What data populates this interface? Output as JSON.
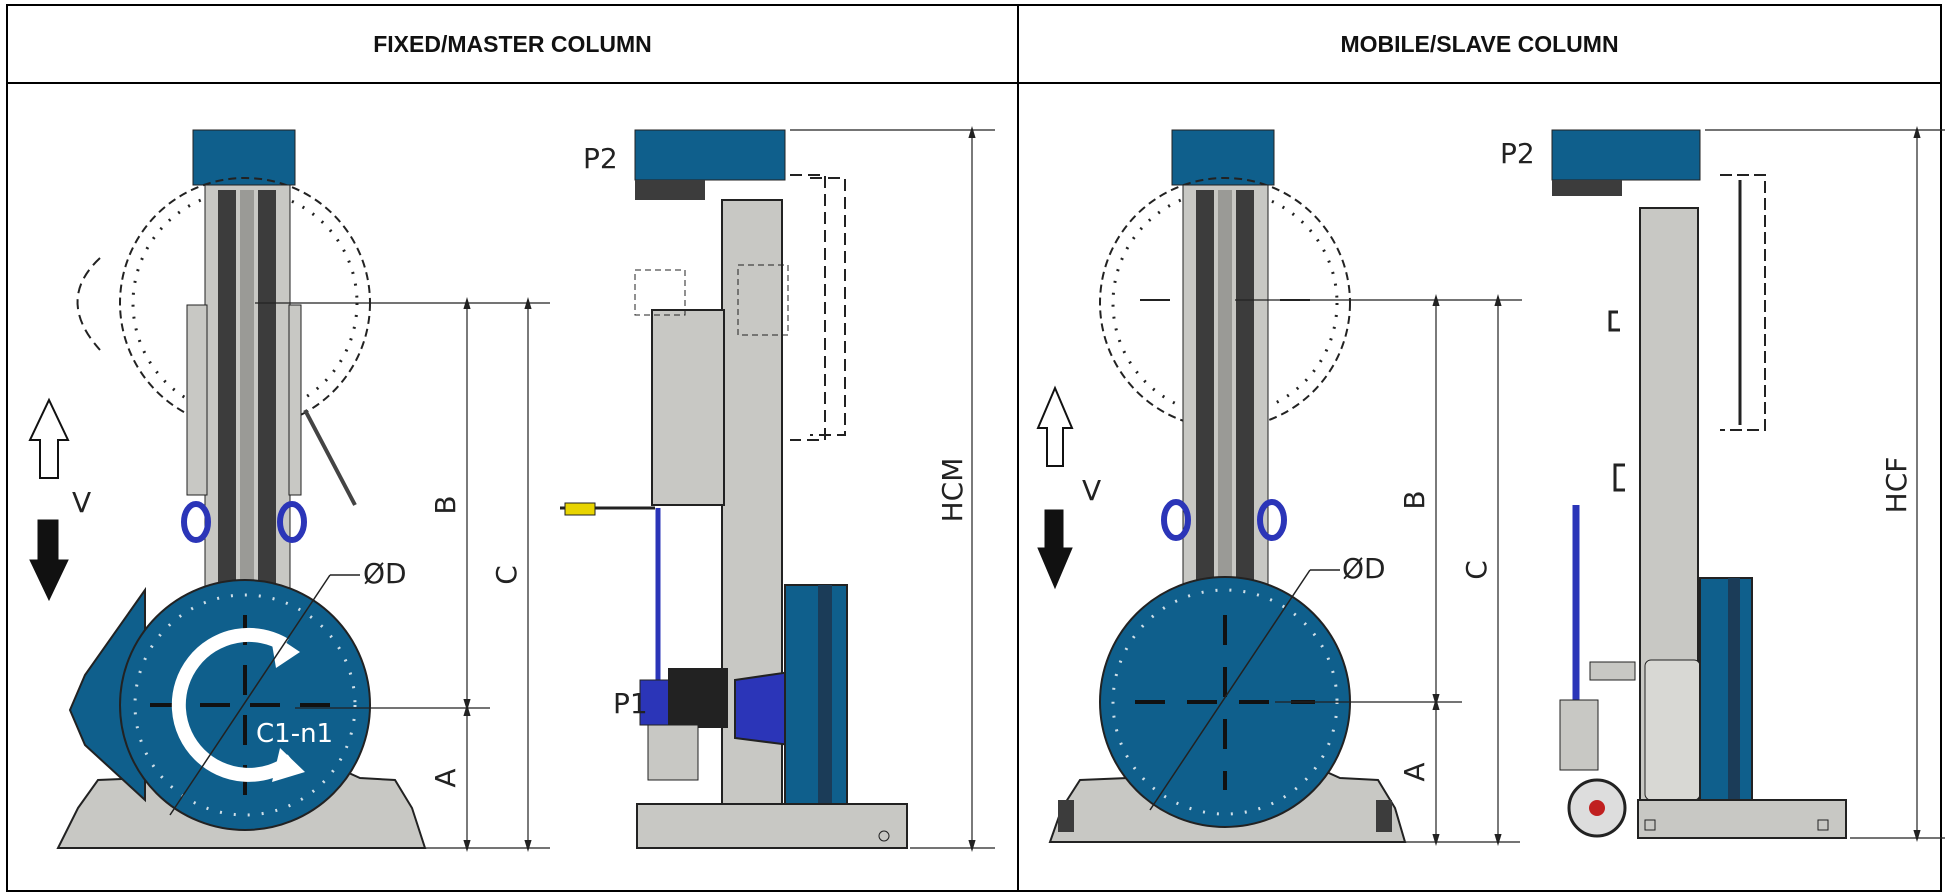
{
  "headers": {
    "fixed": "FIXED/MASTER COLUMN",
    "mobile": "MOBILE/SLAVE COLUMN"
  },
  "labels": {
    "p2": "P2",
    "p1": "P1",
    "v": "V",
    "od": "ØD",
    "a": "A",
    "b": "B",
    "c": "C",
    "c1n1": "C1-n1",
    "hcm": "HCM",
    "hcf": "HCF"
  },
  "colors": {
    "blue": "#0f5f8c",
    "grey": "#c8c8c4",
    "dark": "#3c3c3c",
    "accentBlue": "#2b35b8",
    "yellow": "#e8d400"
  }
}
